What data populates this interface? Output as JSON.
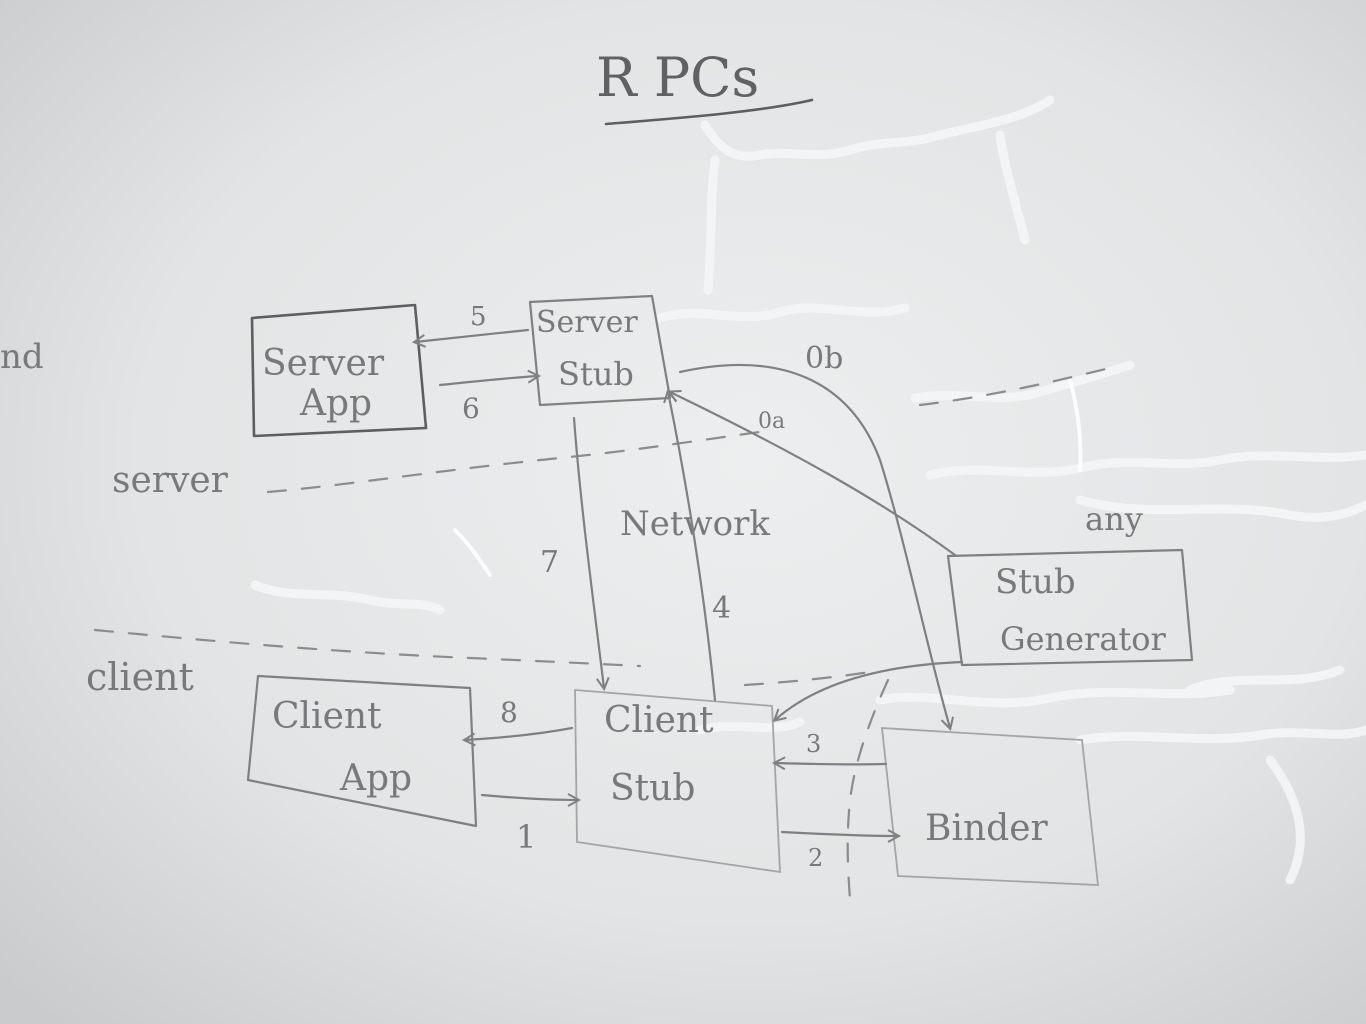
{
  "diagram": {
    "title": "R PCs",
    "labels": {
      "server_app_line1": "Server",
      "server_app_line2": "App",
      "server_stub_line1": "Server",
      "server_stub_line2": "Stub",
      "client_app_line1": "Client",
      "client_app_line2": "App",
      "client_stub_line1": "Client",
      "client_stub_line2": "Stub",
      "stub_gen_line1": "Stub",
      "stub_gen_line2": "Generator",
      "binder": "Binder",
      "network": "Network",
      "server_zone": "server",
      "client_zone": "client",
      "any_zone": "any",
      "edge_partial": "nd"
    },
    "steps": {
      "s1": "1",
      "s2": "2",
      "s3": "3",
      "s4": "4",
      "s5": "5",
      "s6": "6",
      "s7": "7",
      "s8": "8",
      "s0a": "0a",
      "s0b": "0b"
    }
  }
}
